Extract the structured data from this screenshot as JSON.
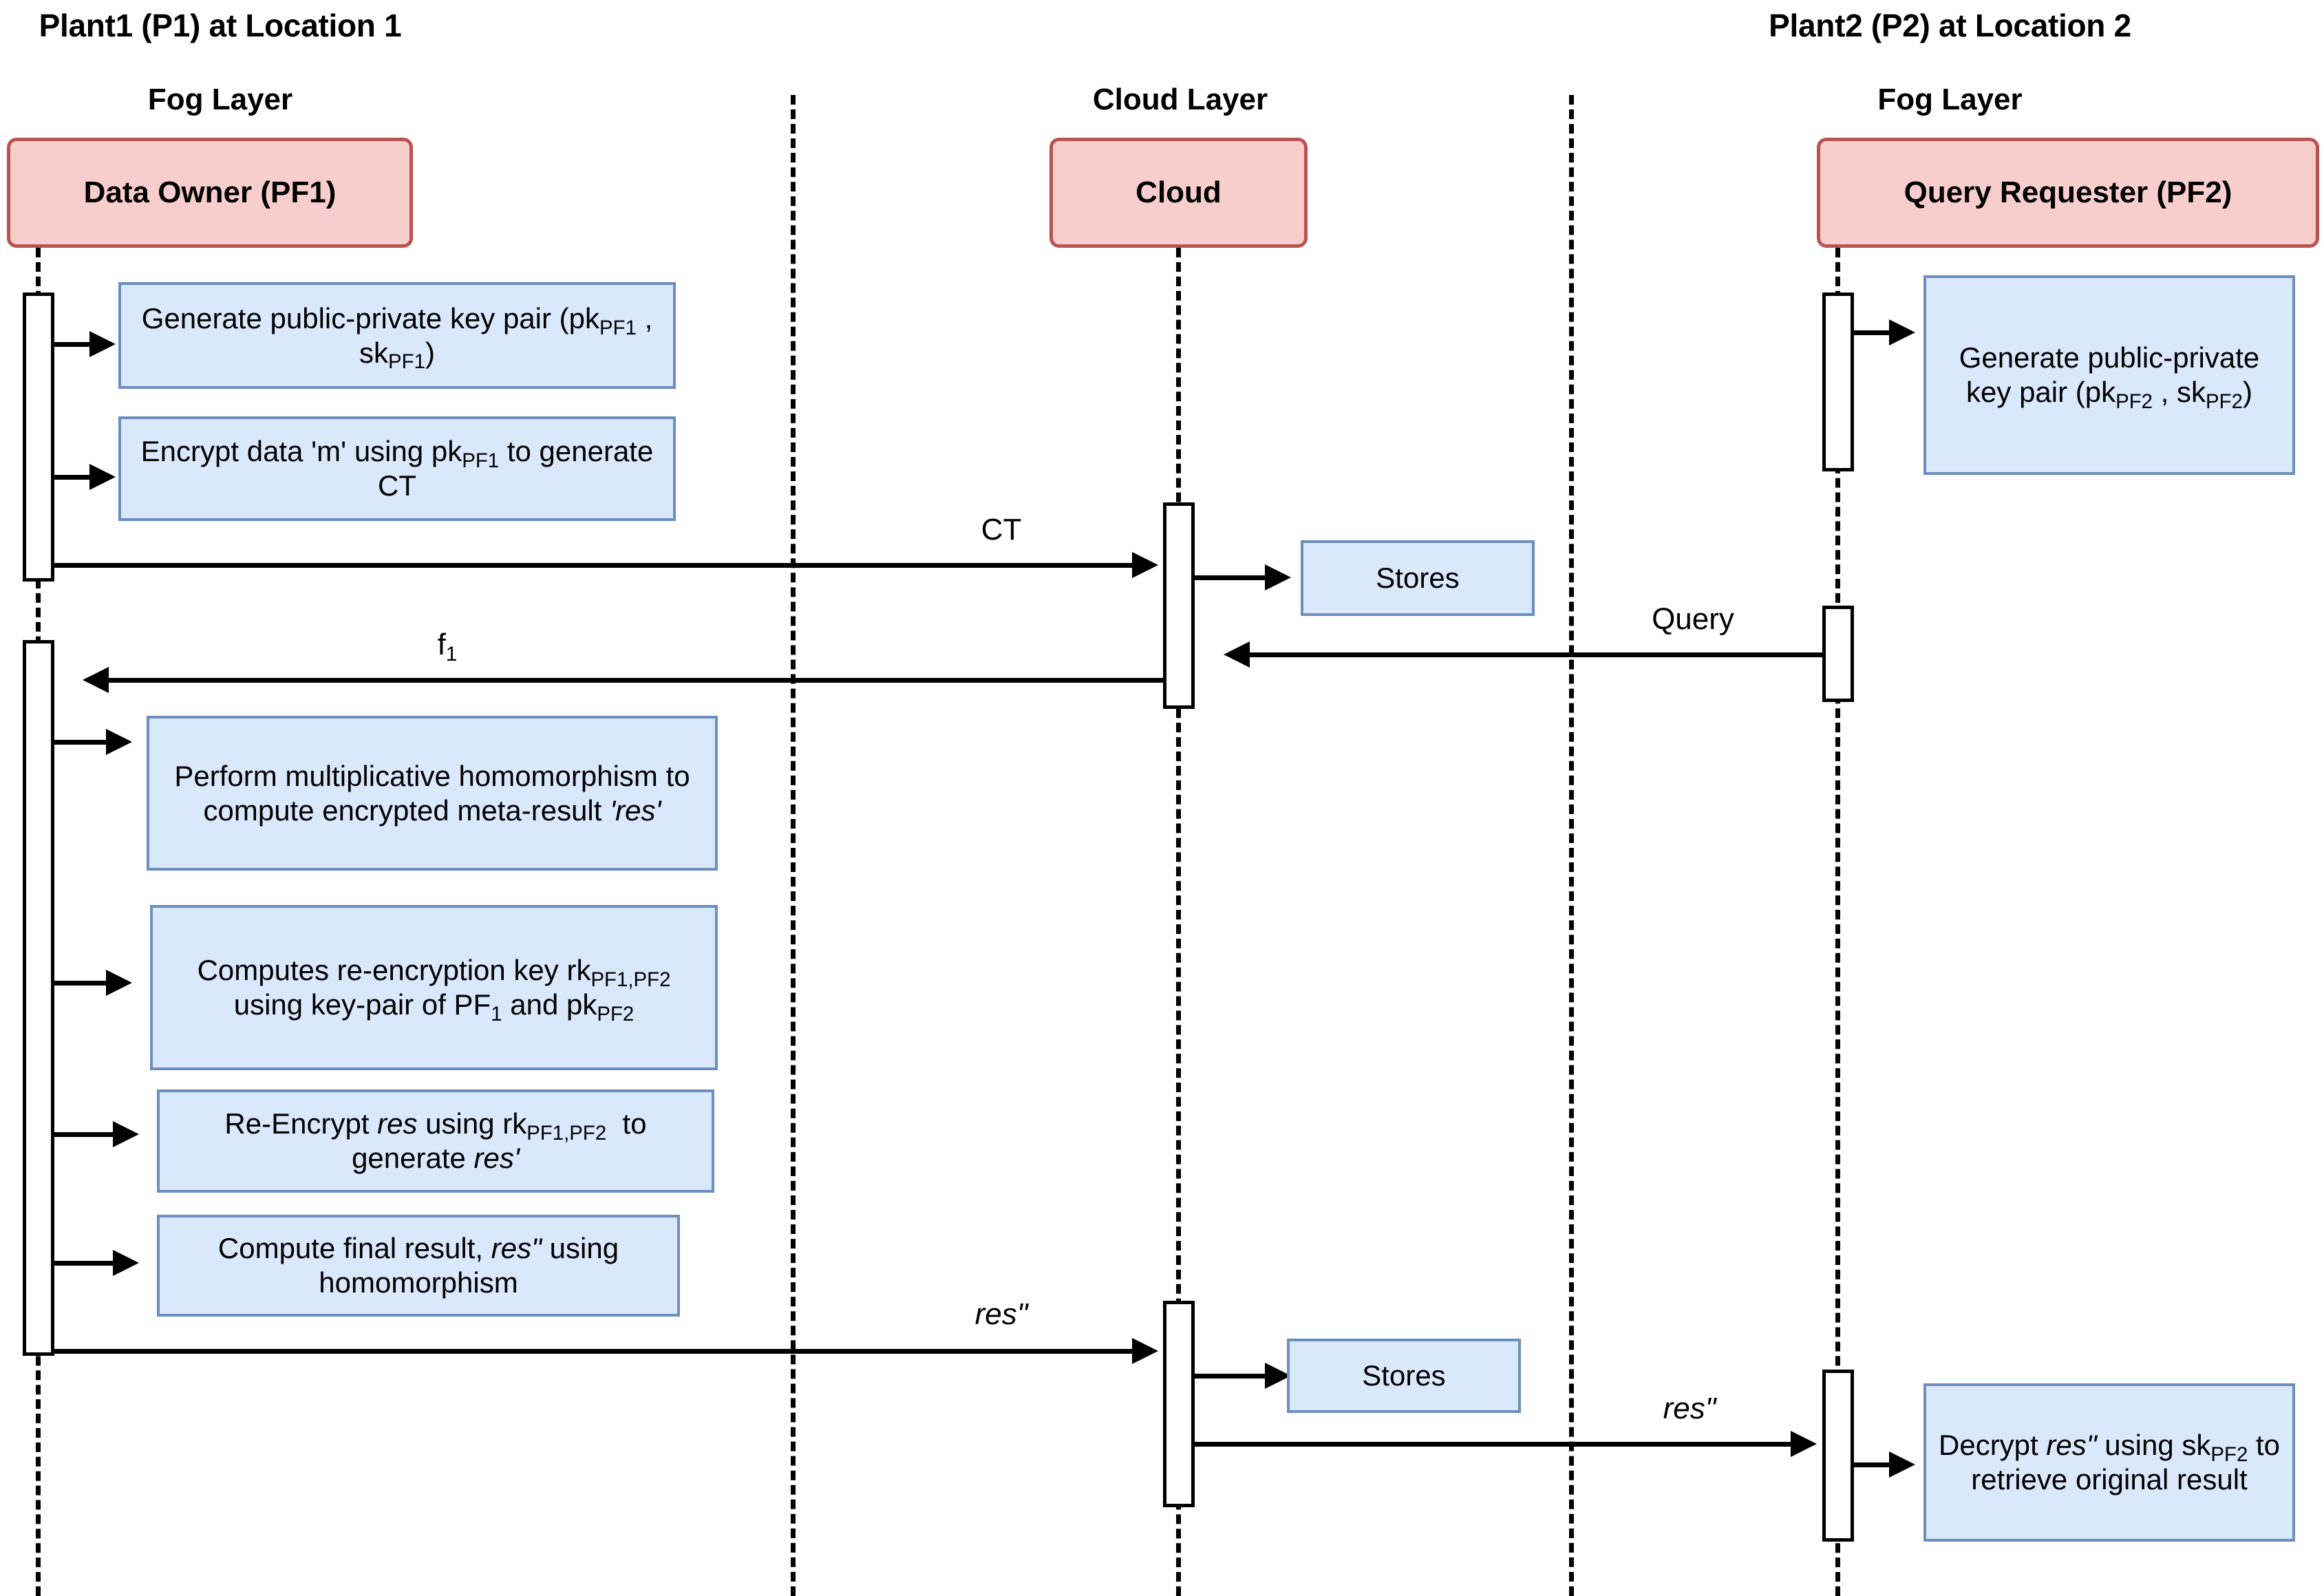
{
  "diagram": {
    "title": "Proxy re-encryption sequence across fog and cloud layers",
    "colors": {
      "actor_fill": "#f8cecc",
      "actor_border": "#b85450",
      "note_fill": "#dae8fc",
      "note_border": "#6c8ebf",
      "line": "#000000",
      "background": "#ffffff"
    }
  },
  "groups": [
    {
      "id": "plant1",
      "title": "Plant1 (P1) at Location 1",
      "layer": "Fog Layer"
    },
    {
      "id": "cloud",
      "title": "",
      "layer": "Cloud Layer"
    },
    {
      "id": "plant2",
      "title": "Plant2 (P2) at Location 2",
      "layer": "Fog Layer"
    }
  ],
  "participants": [
    {
      "id": "pf1",
      "label": "Data Owner (PF1)"
    },
    {
      "id": "cloud",
      "label": "Cloud"
    },
    {
      "id": "pf2",
      "label": "Query Requester (PF2)"
    }
  ],
  "notes": [
    {
      "id": "n1",
      "owner": "pf1",
      "text": "Generate public-private key pair (pk<sub>PF1</sub> , sk<sub>PF1</sub>)",
      "plain": "Generate public-private key pair (pkPF1 , skPF1)"
    },
    {
      "id": "n2",
      "owner": "pf1",
      "text": "Encrypt data 'm' using pk<sub>PF1</sub> to generate CT",
      "plain": "Encrypt data 'm' using pkPF1 to generate CT"
    },
    {
      "id": "n3",
      "owner": "pf2",
      "text": "Generate public-private key pair (pk<sub>PF2</sub> , sk<sub>PF2</sub>)",
      "plain": "Generate public-private key pair (pkPF2 , skPF2)"
    },
    {
      "id": "n4",
      "owner": "cloud",
      "text": "Stores",
      "plain": "Stores"
    },
    {
      "id": "n5",
      "owner": "pf1",
      "text": "Perform multiplicative homomorphism to compute encrypted meta-result <i>'res'</i>",
      "plain": "Perform multiplicative homomorphism to compute encrypted meta-result 'res'"
    },
    {
      "id": "n6",
      "owner": "pf1",
      "text": "Computes re-encryption key rk<sub>PF1,PF2</sub> using key-pair of PF<sub>1</sub> and pk<sub>PF2</sub>",
      "plain": "Computes re-encryption key rkPF1,PF2 using key-pair of PF1 and pkPF2"
    },
    {
      "id": "n7",
      "owner": "pf1",
      "text": "Re-Encrypt <i>res</i> using rk<sub>PF1,PF2</sub>&nbsp; to generate <i>res'</i>",
      "plain": "Re-Encrypt res using rkPF1,PF2 to generate res'"
    },
    {
      "id": "n8",
      "owner": "pf1",
      "text": "Compute final result, <i>res\"</i> using homomorphism",
      "plain": "Compute final result, res\" using homomorphism"
    },
    {
      "id": "n9",
      "owner": "cloud",
      "text": "Stores",
      "plain": "Stores"
    },
    {
      "id": "n10",
      "owner": "pf2",
      "text": "Decrypt <i>res\"</i> using sk<sub>PF2</sub> to retrieve original result",
      "plain": "Decrypt res\" using skPF2 to retrieve original result"
    }
  ],
  "messages": [
    {
      "id": "m1",
      "from": "pf1",
      "to": "cloud",
      "label": "CT",
      "plain": "CT",
      "direction": "right"
    },
    {
      "id": "m2",
      "from": "pf2",
      "to": "cloud",
      "label": "Query",
      "plain": "Query",
      "direction": "left"
    },
    {
      "id": "m3",
      "from": "cloud",
      "to": "pf1",
      "label": "f<sub>1</sub>",
      "plain": "f1",
      "direction": "left"
    },
    {
      "id": "m4",
      "from": "pf1",
      "to": "cloud",
      "label": "<i>res\"</i>",
      "plain": "res\"",
      "direction": "right"
    },
    {
      "id": "m5",
      "from": "cloud",
      "to": "pf2",
      "label": "<i>res\"</i>",
      "plain": "res\"",
      "direction": "right"
    }
  ]
}
